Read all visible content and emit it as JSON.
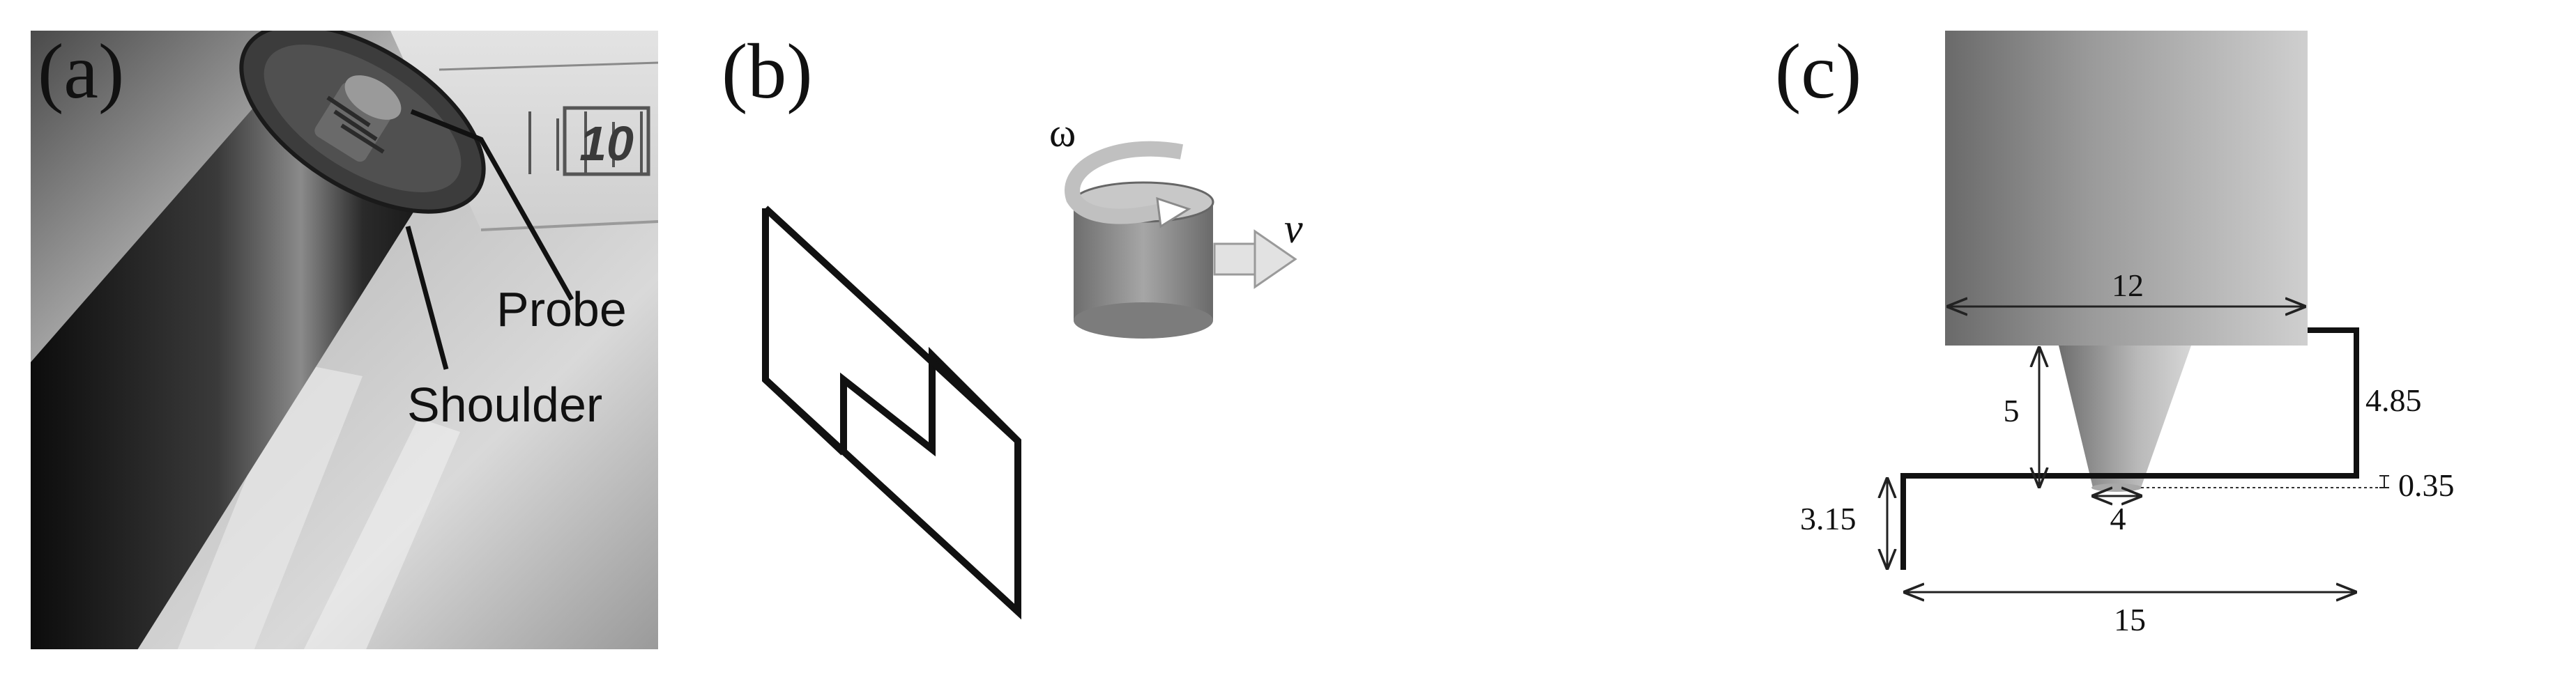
{
  "panels": {
    "a": {
      "label": "(a)",
      "probe": "Probe",
      "shoulder": "Shoulder",
      "ruler_mark": "10"
    },
    "b": {
      "label": "(b)",
      "omega": "ω",
      "v": "v"
    },
    "c": {
      "label": "(c)",
      "dim_shoulder": "12",
      "dim_probe_length": "5",
      "dim_plate_depth": "4.85",
      "dim_gap": "0.35",
      "dim_step": "3.15",
      "dim_probe_tip": "4",
      "dim_plate_width": "15"
    }
  },
  "colors": {
    "ink": "#111111",
    "dim": "#222222",
    "photo_dark": "#1e1e1e",
    "photo_light": "#e6e6e6"
  }
}
